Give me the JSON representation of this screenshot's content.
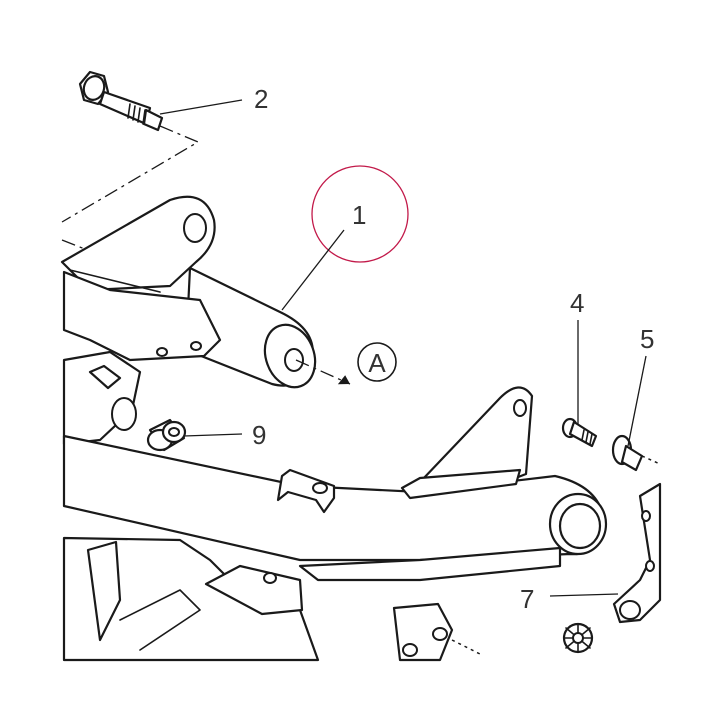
{
  "diagram": {
    "highlight_color": "#c21a4a",
    "line_color": "#1a1a1a",
    "callouts": [
      {
        "id": "1",
        "label": "1"
      },
      {
        "id": "2",
        "label": "2"
      },
      {
        "id": "4",
        "label": "4"
      },
      {
        "id": "5",
        "label": "5"
      },
      {
        "id": "7",
        "label": "7"
      },
      {
        "id": "9",
        "label": "9"
      }
    ],
    "view_marker": "A"
  }
}
